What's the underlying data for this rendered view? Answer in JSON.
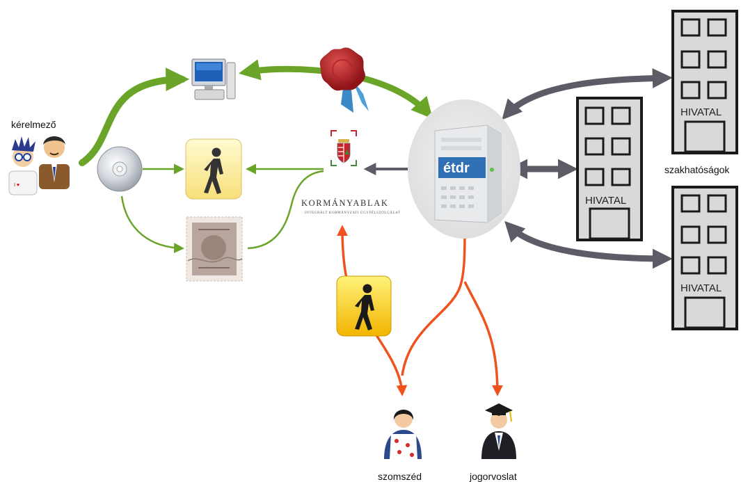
{
  "labels": {
    "applicant": "kérelmező",
    "authorities": "szakhatóságok",
    "neighbor": "szomszéd",
    "appeal": "jogorvoslat"
  },
  "buildings": {
    "b1": "HIVATAL",
    "b2": "HIVATAL",
    "b3": "HIVATAL"
  },
  "kormanyablak": {
    "title": "KORMÁNYABLAK",
    "subtitle": "INTEGRÁLT KORMÁNYZATI ÜGYFÉLSZOLGÁLAT"
  },
  "server": {
    "logo": "étdr"
  },
  "colors": {
    "green_arrow": "#6aa52a",
    "gray_arrow": "#5c5c66",
    "orange_arrow": "#f0521e",
    "building_fill": "#d9d9d9",
    "building_outline": "#1a1a1a",
    "server_blue": "#2f6fb4"
  },
  "icons": {
    "applicant": "applicant-persons-icon",
    "computer": "desktop-computer-icon",
    "disc": "cd-disc-icon",
    "in_person": "walking-person-icon",
    "mail": "postage-stamp-icon",
    "seal": "wax-seal-icon",
    "server": "server-icon",
    "neighbor": "neighbor-person-icon",
    "appeal": "graduate-person-icon"
  }
}
